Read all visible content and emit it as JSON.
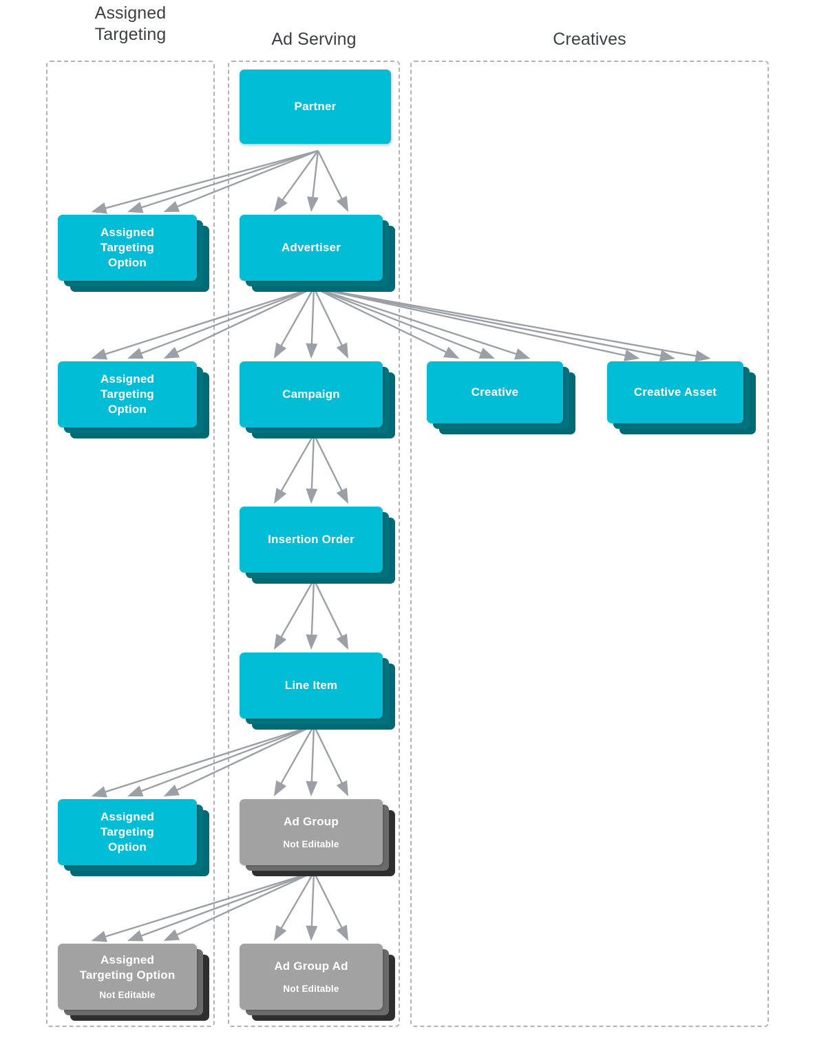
{
  "columns": [
    {
      "label": "Assigned\nTargeting",
      "label_lines": [
        "Assigned",
        "Targeting"
      ]
    },
    {
      "label": "Ad Serving",
      "label_lines": [
        "Ad Serving"
      ]
    },
    {
      "label": "Creatives",
      "label_lines": [
        "Creatives"
      ]
    }
  ],
  "colors": {
    "cyan": "#00bcd4",
    "teal_mid": "#00737e",
    "teal_back": "#006a74",
    "gray": "#a2a2a2",
    "gray_mid": "#6b6b6b",
    "gray_back": "#2f2f2f",
    "arrow": "#9aa0a6",
    "dashed_border": "#b0b3b5",
    "header_text": "#3c4043",
    "node_text": "#ffffff"
  },
  "not_editable_label": "Not Editable",
  "nodes": [
    {
      "id": "partner",
      "title": "Partner",
      "title_lines": [
        "Partner"
      ],
      "subtitle": "",
      "theme": "cyan",
      "stacked": false,
      "column": "Ad Serving"
    },
    {
      "id": "ato1",
      "title": "Assigned Targeting Option",
      "title_lines": [
        "Assigned",
        "Targeting",
        "Option"
      ],
      "subtitle": "",
      "theme": "cyan",
      "stacked": true,
      "column": "Assigned Targeting"
    },
    {
      "id": "advertiser",
      "title": "Advertiser",
      "title_lines": [
        "Advertiser"
      ],
      "subtitle": "",
      "theme": "cyan",
      "stacked": true,
      "column": "Ad Serving"
    },
    {
      "id": "ato2",
      "title": "Assigned Targeting Option",
      "title_lines": [
        "Assigned",
        "Targeting",
        "Option"
      ],
      "subtitle": "",
      "theme": "cyan",
      "stacked": true,
      "column": "Assigned Targeting"
    },
    {
      "id": "campaign",
      "title": "Campaign",
      "title_lines": [
        "Campaign"
      ],
      "subtitle": "",
      "theme": "cyan",
      "stacked": true,
      "column": "Ad Serving"
    },
    {
      "id": "creative",
      "title": "Creative",
      "title_lines": [
        "Creative"
      ],
      "subtitle": "",
      "theme": "cyan",
      "stacked": true,
      "column": "Creatives"
    },
    {
      "id": "creativeasset",
      "title": "Creative Asset",
      "title_lines": [
        "Creative Asset"
      ],
      "subtitle": "",
      "theme": "cyan",
      "stacked": true,
      "column": "Creatives"
    },
    {
      "id": "insertionorder",
      "title": "Insertion Order",
      "title_lines": [
        "Insertion Order"
      ],
      "subtitle": "",
      "theme": "cyan",
      "stacked": true,
      "column": "Ad Serving"
    },
    {
      "id": "lineitem",
      "title": "Line Item",
      "title_lines": [
        "Line Item"
      ],
      "subtitle": "",
      "theme": "cyan",
      "stacked": true,
      "column": "Ad Serving"
    },
    {
      "id": "ato3",
      "title": "Assigned Targeting Option",
      "title_lines": [
        "Assigned",
        "Targeting",
        "Option"
      ],
      "subtitle": "",
      "theme": "cyan",
      "stacked": true,
      "column": "Assigned Targeting"
    },
    {
      "id": "adgroup",
      "title": "Ad Group",
      "title_lines": [
        "Ad Group"
      ],
      "subtitle": "Not Editable",
      "theme": "gray",
      "stacked": true,
      "column": "Ad Serving"
    },
    {
      "id": "ato4",
      "title": "Assigned Targeting Option",
      "title_lines": [
        "Assigned",
        "Targeting Option"
      ],
      "subtitle": "Not Editable",
      "theme": "gray",
      "stacked": true,
      "column": "Assigned Targeting"
    },
    {
      "id": "adgroupad",
      "title": "Ad Group Ad",
      "title_lines": [
        "Ad Group Ad"
      ],
      "subtitle": "Not Editable",
      "theme": "gray",
      "stacked": true,
      "column": "Ad Serving"
    }
  ],
  "edges": [
    {
      "from": "partner",
      "to": "ato1",
      "multiplicity": 3
    },
    {
      "from": "partner",
      "to": "advertiser",
      "multiplicity": 3
    },
    {
      "from": "advertiser",
      "to": "ato2",
      "multiplicity": 3
    },
    {
      "from": "advertiser",
      "to": "campaign",
      "multiplicity": 3
    },
    {
      "from": "advertiser",
      "to": "creative",
      "multiplicity": 3
    },
    {
      "from": "advertiser",
      "to": "creativeasset",
      "multiplicity": 3
    },
    {
      "from": "campaign",
      "to": "insertionorder",
      "multiplicity": 3
    },
    {
      "from": "insertionorder",
      "to": "lineitem",
      "multiplicity": 3
    },
    {
      "from": "lineitem",
      "to": "ato3",
      "multiplicity": 3
    },
    {
      "from": "lineitem",
      "to": "adgroup",
      "multiplicity": 3
    },
    {
      "from": "adgroup",
      "to": "ato4",
      "multiplicity": 3
    },
    {
      "from": "adgroup",
      "to": "adgroupad",
      "multiplicity": 3
    }
  ]
}
